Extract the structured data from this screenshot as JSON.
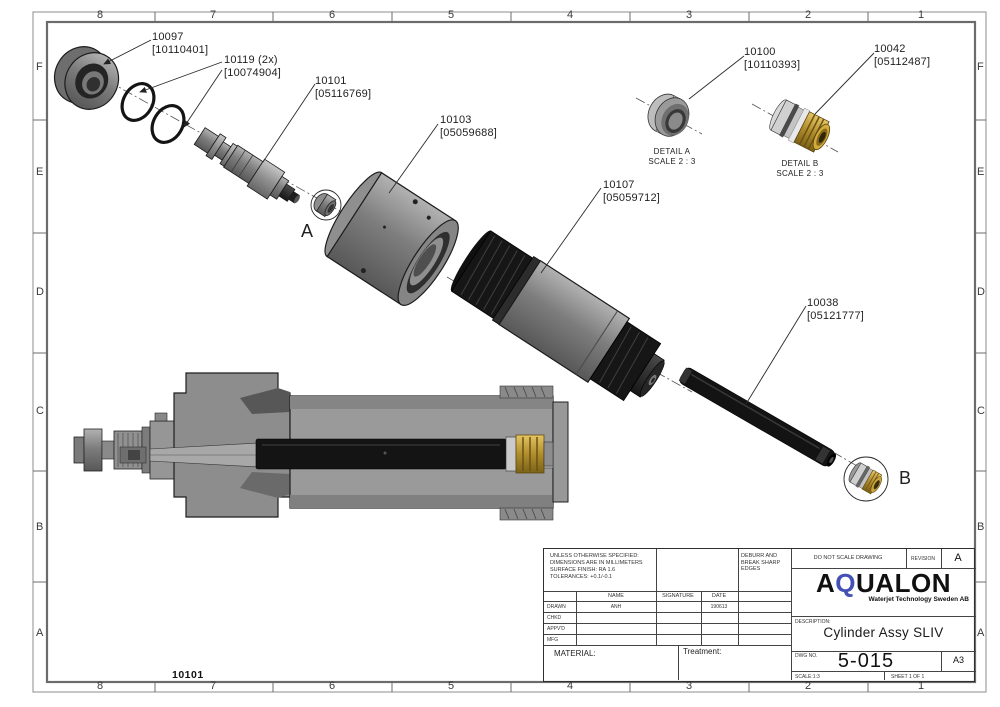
{
  "drawing": {
    "grid": {
      "columns": [
        "8",
        "7",
        "6",
        "5",
        "4",
        "3",
        "2",
        "1"
      ],
      "rows": [
        "F",
        "E",
        "D",
        "C",
        "B",
        "A"
      ]
    },
    "part_labels": [
      {
        "part": "10097",
        "ref": "[10110401]"
      },
      {
        "part": "10119 (2x)",
        "ref": "[10074904]"
      },
      {
        "part": "10101",
        "ref": "[05116769]"
      },
      {
        "part": "10103",
        "ref": "[05059688]"
      },
      {
        "part": "10100",
        "ref": "[10110393]"
      },
      {
        "part": "10042",
        "ref": "[05112487]"
      },
      {
        "part": "10107",
        "ref": "[05059712]"
      },
      {
        "part": "10038",
        "ref": "[05121777]"
      }
    ],
    "detail_views": [
      {
        "title": "DETAIL A",
        "scale": "SCALE 2 : 3"
      },
      {
        "title": "DETAIL B",
        "scale": "SCALE 2 : 3"
      }
    ],
    "section_markers": {
      "a": "A",
      "b": "B"
    },
    "stray_note": "10101"
  },
  "title_block": {
    "notes": [
      "UNLESS OTHERWISE SPECIFIED:",
      "DIMENSIONS ARE IN MILLIMETERS",
      "SURFACE FINISH: RA 1.6",
      "TOLERANCES: +0.1/-0.1"
    ],
    "deburr": "DEBURR AND\nBREAK SHARP\nEDGES",
    "do_not_scale": "DO NOT SCALE DRAWING",
    "revision_label": "REVISION",
    "revision": "A",
    "table": {
      "headers": [
        "NAME",
        "SIGNATURE",
        "DATE"
      ],
      "rows": [
        {
          "label": "DRAWN",
          "name": "ANH",
          "date": "190613"
        },
        {
          "label": "CHKD",
          "name": "",
          "date": ""
        },
        {
          "label": "APPV'D",
          "name": "",
          "date": ""
        },
        {
          "label": "MFG",
          "name": "",
          "date": ""
        }
      ]
    },
    "material_label": "MATERIAL:",
    "treatment_label": "Treatment:",
    "logo": {
      "prefix": "A",
      "q": "Q",
      "suffix": "UALON",
      "tagline": "Waterjet Technology Sweden AB"
    },
    "description_label": "DESCRIPTION:",
    "description": "Cylinder Assy SLIV",
    "dwg_no_label": "DWG NO.",
    "dwg_no": "5-015",
    "paper_size": "A3",
    "scale": "SCALE:1:3",
    "sheet": "SHEET 1 OF 1"
  },
  "colors": {
    "logo_accent": "#4350b5",
    "brass": "#b08e2e",
    "line": "#2b2b2b"
  }
}
